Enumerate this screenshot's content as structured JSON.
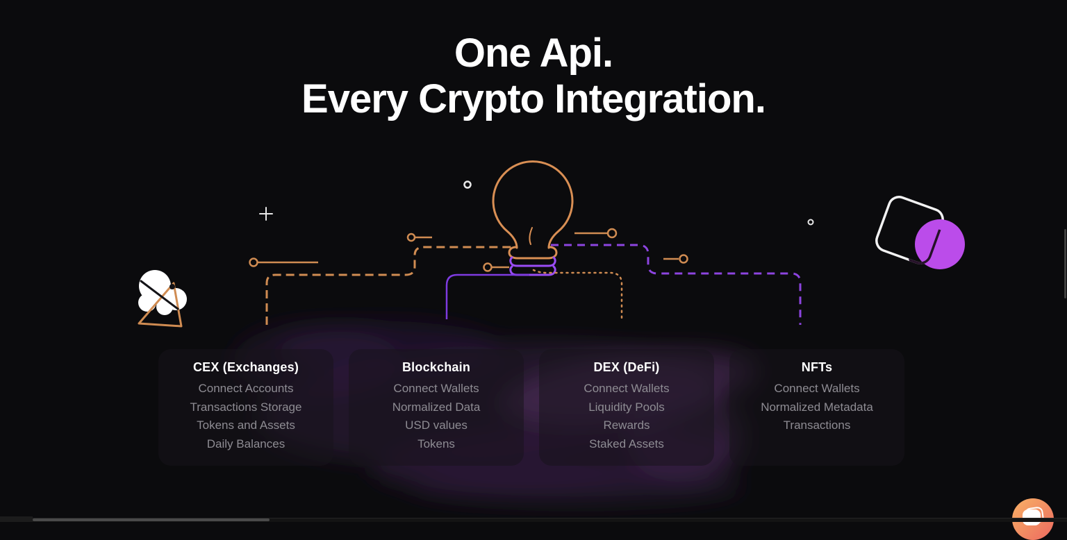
{
  "page": {
    "background": "#0b0b0d",
    "accent_orange": "#d08c52",
    "accent_purple": "#8d44e0",
    "accent_violet": "#bb4cea"
  },
  "heading": {
    "line1": "One Api.",
    "line2": "Every Crypto Integration."
  },
  "cards": [
    {
      "title": "CEX (Exchanges)",
      "items": [
        "Connect Accounts",
        "Transactions Storage",
        "Tokens and Assets",
        "Daily Balances"
      ]
    },
    {
      "title": "Blockchain",
      "items": [
        "Connect Wallets",
        "Normalized Data",
        "USD values",
        "Tokens"
      ]
    },
    {
      "title": "DEX (DeFi)",
      "items": [
        "Connect Wallets",
        "Liquidity Pools",
        "Rewards",
        "Staked Assets"
      ]
    },
    {
      "title": "NFTs",
      "items": [
        "Connect Wallets",
        "Normalized Metadata",
        "Transactions"
      ]
    }
  ],
  "illustration": {
    "icons": [
      "lightbulb-icon",
      "plus-icon",
      "blob-triangle-icon",
      "square-circle-icon",
      "circuit-node-icon",
      "sparkle-dot-icon"
    ]
  },
  "chat_widget": {
    "icon": "chat-bubble-icon"
  }
}
